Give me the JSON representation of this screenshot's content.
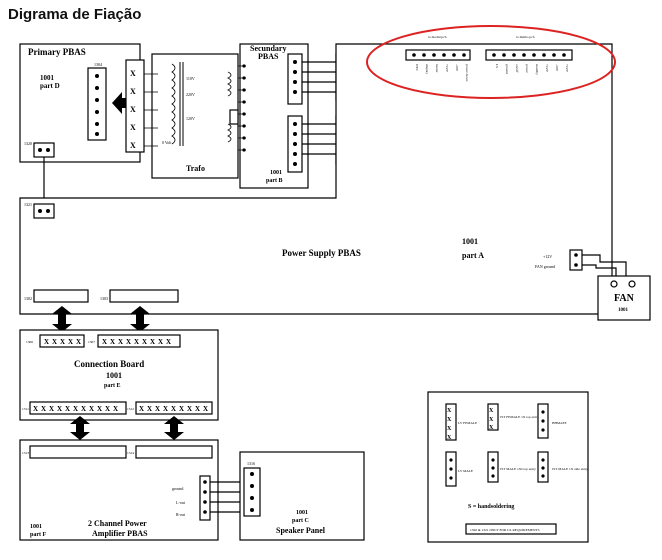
{
  "title": "Digrama de Fiação",
  "primary": {
    "name": "Primary PBAS",
    "model": "1001",
    "part": "part D",
    "con_label": "1304"
  },
  "transformer": {
    "label": "Trafo",
    "pins": [
      "110V",
      "220V",
      "120V",
      "0 Volt"
    ]
  },
  "secondary": {
    "name": "Secundary",
    "name2": "PBAS",
    "model": "1001",
    "part": "part B"
  },
  "power_supply": {
    "name": "Power Supply PBAS",
    "model": "1001",
    "part": "part A",
    "fan_pins": [
      "+12V",
      "FAN ground"
    ],
    "con_labels": [
      "1302",
      "1303"
    ]
  },
  "header_conn": {
    "left_title": "to modul pcb",
    "right_title": "to mmbo pcb",
    "left_pins": [
      "NTC",
      "display",
      "heater",
      "+12V",
      "-30V",
      "power down"
    ],
    "right_pins": [
      "LS",
      "ground",
      "on/off",
      "power",
      "standby",
      "+12V",
      "-30V",
      "+12V"
    ]
  },
  "fan": {
    "label": "FAN",
    "code": "1001"
  },
  "connection_board": {
    "name": "Connection Board",
    "model": "1001",
    "part": "part E",
    "con_labels": [
      "1306",
      "1307",
      "1311",
      "1312"
    ],
    "pin_x": "X"
  },
  "amplifier": {
    "name1": "2 Channel Power",
    "name2": "Amplifier PBAS",
    "model": "1001",
    "part": "part F",
    "con_labels": [
      "1313",
      "1314"
    ],
    "out_pins": [
      "ground",
      "L-out",
      "R-out"
    ]
  },
  "speaker": {
    "model": "1001",
    "part": "part C",
    "name": "Speaker Panel",
    "con_label": "1316"
  },
  "legend": {
    "items": [
      "LV FEMALE",
      "JST FEMALE 1X top entry",
      "HHMATE",
      "LV MALE",
      "JST MALE 1XI top entry",
      "JST MALE 1X side entry"
    ],
    "handsoldering": "S = handsoldering",
    "note": "1320 & 1321 ONLY FOR UL REQUIREMENTS"
  }
}
